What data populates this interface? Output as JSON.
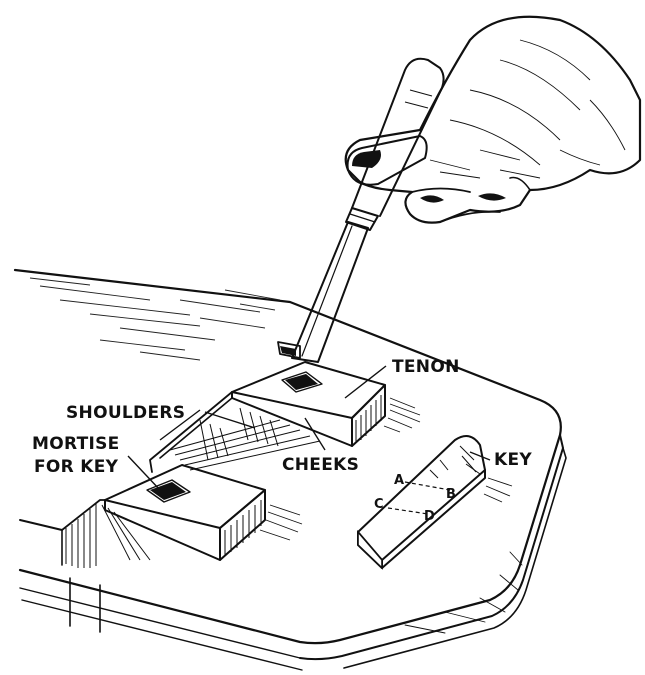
{
  "labels": {
    "tenon": "TENON",
    "shoulders": "SHOULDERS",
    "mortise_line1": "MORTISE",
    "mortise_line2": "FOR KEY",
    "cheeks": "CHEEKS",
    "key": "KEY"
  },
  "key_points": {
    "a": "A",
    "b": "B",
    "c": "C",
    "d": "D"
  }
}
